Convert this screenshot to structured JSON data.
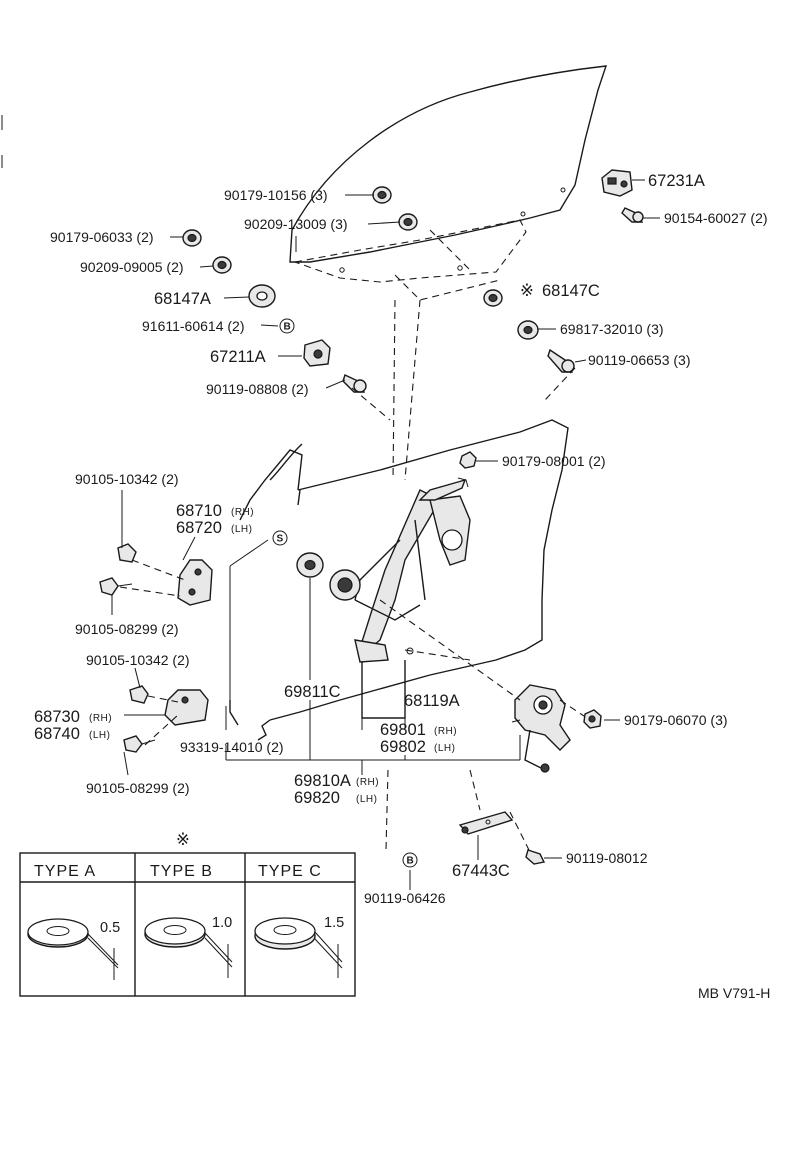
{
  "labels": {
    "p67231A": "67231A",
    "p90179_10156": "90179-10156 (3)",
    "p90154_60027": "90154-60027 (2)",
    "p90209_13009": "90209-13009 (3)",
    "p90179_06033": "90179-06033 (2)",
    "p90209_09005": "90209-09005 (2)",
    "p68147C": "68147C",
    "p68147A": "68147A",
    "p69817_32010": "69817-32010 (3)",
    "p91611_60614": "91611-60614 (2)",
    "p67211A": "67211A",
    "p90119_06653": "90119-06653 (3)",
    "p90119_08808": "90119-08808 (2)",
    "p90179_08001": "90179-08001 (2)",
    "p90105_10342_a": "90105-10342 (2)",
    "p68710": "68710",
    "p68720": "68720",
    "p90105_08299_a": "90105-08299 (2)",
    "p90105_10342_b": "90105-10342 (2)",
    "p69811C": "69811C",
    "p68119A": "68119A",
    "p68730": "68730",
    "p68740": "68740",
    "p90179_06070": "90179-06070 (3)",
    "p69801": "69801",
    "p69802": "69802",
    "p93319_14010": "93319-14010 (2)",
    "p90105_08299_b": "90105-08299 (2)",
    "p69810A": "69810A",
    "p69820": "69820",
    "p90119_08012": "90119-08012",
    "p67443C": "67443C",
    "p90119_06426": "90119-06426",
    "rh": "(RH)",
    "lh": "(LH)",
    "circle_b": "B",
    "circle_s": "S",
    "note_mark": "※",
    "code": "MB V791-H"
  },
  "types_table": {
    "header_mark": "※",
    "columns": [
      {
        "name": "TYPE  A",
        "thickness": "0.5"
      },
      {
        "name": "TYPE  B",
        "thickness": "1.0"
      },
      {
        "name": "TYPE  C",
        "thickness": "1.5"
      }
    ]
  }
}
